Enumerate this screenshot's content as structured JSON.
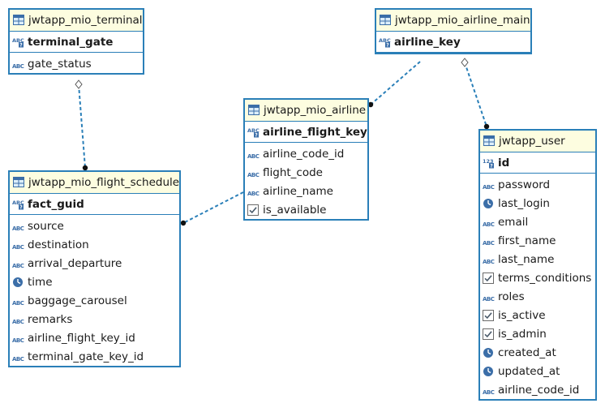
{
  "tables": [
    {
      "id": "terminal",
      "name": "jwtapp_mio_terminal",
      "key": {
        "name": "terminal_gate",
        "type": "text-key"
      },
      "columns": [
        {
          "name": "gate_status",
          "type": "text"
        }
      ]
    },
    {
      "id": "airline_main",
      "name": "jwtapp_mio_airline_main",
      "key": {
        "name": "airline_key",
        "type": "text-key"
      },
      "columns": []
    },
    {
      "id": "airline",
      "name": "jwtapp_mio_airline",
      "key": {
        "name": "airline_flight_key",
        "type": "text-key"
      },
      "columns": [
        {
          "name": "airline_code_id",
          "type": "text"
        },
        {
          "name": "flight_code",
          "type": "text"
        },
        {
          "name": "airline_name",
          "type": "text"
        },
        {
          "name": "is_available",
          "type": "boolean"
        }
      ]
    },
    {
      "id": "flight_schedule",
      "name": "jwtapp_mio_flight_schedule",
      "key": {
        "name": "fact_guid",
        "type": "text-key"
      },
      "columns": [
        {
          "name": "source",
          "type": "text"
        },
        {
          "name": "destination",
          "type": "text"
        },
        {
          "name": "arrival_departure",
          "type": "text"
        },
        {
          "name": "time",
          "type": "datetime"
        },
        {
          "name": "baggage_carousel",
          "type": "text"
        },
        {
          "name": "remarks",
          "type": "text"
        },
        {
          "name": "airline_flight_key_id",
          "type": "text"
        },
        {
          "name": "terminal_gate_key_id",
          "type": "text"
        }
      ]
    },
    {
      "id": "user",
      "name": "jwtapp_user",
      "key": {
        "name": "id",
        "type": "numeric-key"
      },
      "columns": [
        {
          "name": "password",
          "type": "text"
        },
        {
          "name": "last_login",
          "type": "datetime"
        },
        {
          "name": "email",
          "type": "text"
        },
        {
          "name": "first_name",
          "type": "text"
        },
        {
          "name": "last_name",
          "type": "text"
        },
        {
          "name": "terms_conditions",
          "type": "boolean"
        },
        {
          "name": "roles",
          "type": "text"
        },
        {
          "name": "is_active",
          "type": "boolean"
        },
        {
          "name": "is_admin",
          "type": "boolean"
        },
        {
          "name": "created_at",
          "type": "datetime"
        },
        {
          "name": "updated_at",
          "type": "datetime"
        },
        {
          "name": "airline_code_id",
          "type": "text"
        }
      ]
    }
  ],
  "relationships": [
    {
      "from": "terminal",
      "to": "flight_schedule"
    },
    {
      "from": "airline",
      "to": "flight_schedule"
    },
    {
      "from": "airline_main",
      "to": "airline"
    },
    {
      "from": "airline_main",
      "to": "user"
    }
  ],
  "colors": {
    "border": "#2a7fb8",
    "header_bg": "#fdfde0",
    "edge": "#2a7fb8",
    "icon": "#3b6ea8"
  }
}
